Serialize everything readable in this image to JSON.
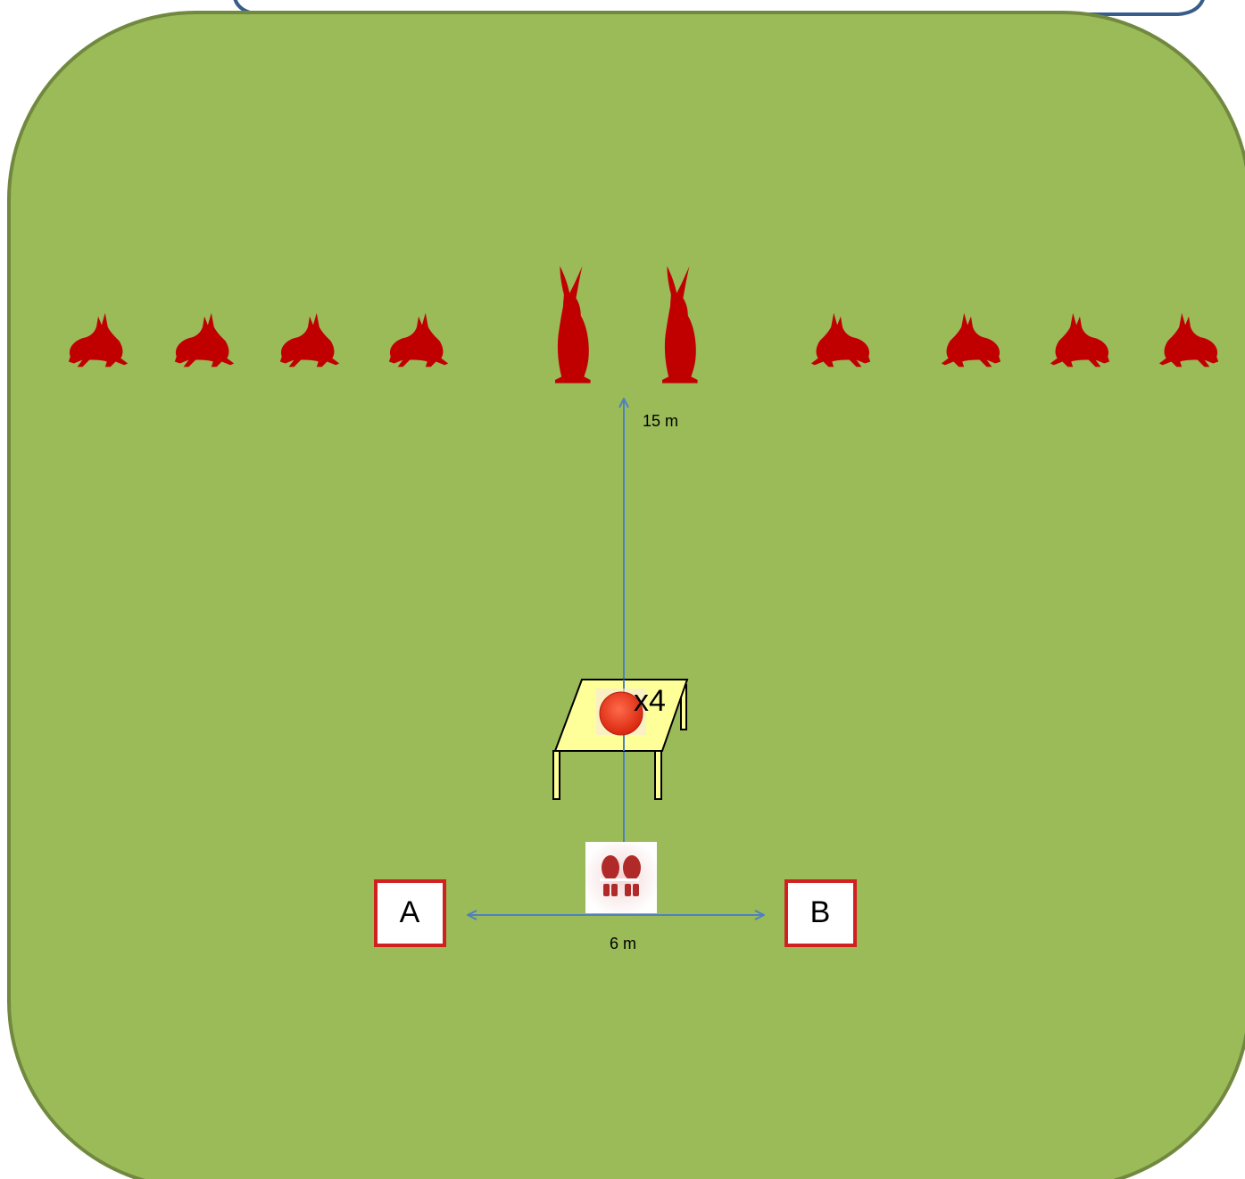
{
  "field": {
    "fill": "#9BBB59",
    "stroke": "#71893F"
  },
  "header_bar": {
    "stroke": "#385D8A"
  },
  "targets": {
    "color": "#C00000",
    "items": [
      {
        "type": "crouching-rabbit",
        "facing": "left"
      },
      {
        "type": "crouching-rabbit",
        "facing": "left"
      },
      {
        "type": "crouching-rabbit",
        "facing": "left"
      },
      {
        "type": "crouching-rabbit",
        "facing": "left"
      },
      {
        "type": "standing-rabbit",
        "facing": "left"
      },
      {
        "type": "standing-rabbit",
        "facing": "left"
      },
      {
        "type": "crouching-rabbit",
        "facing": "right"
      },
      {
        "type": "crouching-rabbit",
        "facing": "right"
      },
      {
        "type": "crouching-rabbit",
        "facing": "right"
      },
      {
        "type": "crouching-rabbit",
        "facing": "right"
      }
    ]
  },
  "distance_to_targets": {
    "label": "15 m",
    "line_color": "#4F81BD"
  },
  "table": {
    "fill": "#FFFF99",
    "stroke": "#000000",
    "clay_color": "#E8381E",
    "count_label": "x4"
  },
  "shooting_position": {
    "icon": "footprints-icon",
    "color": "#B02A2A"
  },
  "stations": [
    {
      "label": "A",
      "border": "#D02020"
    },
    {
      "label": "B",
      "border": "#D02020"
    }
  ],
  "station_distance": {
    "label": "6 m",
    "line_color": "#4F81BD"
  }
}
